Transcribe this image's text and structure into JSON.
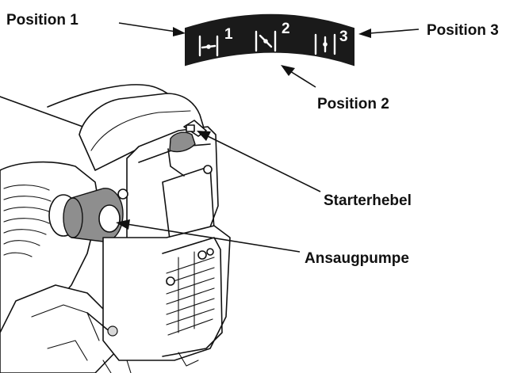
{
  "labels": {
    "position_1": "Position 1",
    "position_2": "Position 2",
    "position_3": "Position 3",
    "starter_lever": "Starterhebel",
    "primer_pump": "Ansaugpumpe"
  },
  "choke_badge": {
    "numbers": [
      "1",
      "2",
      "3"
    ],
    "symbols": [
      "choke-closed-icon",
      "choke-half-icon",
      "choke-open-icon"
    ],
    "background_color": "#1a1a1a",
    "symbol_color": "#ffffff"
  },
  "colors": {
    "ink": "#111111",
    "pump_grey": "#8e8e8e"
  }
}
